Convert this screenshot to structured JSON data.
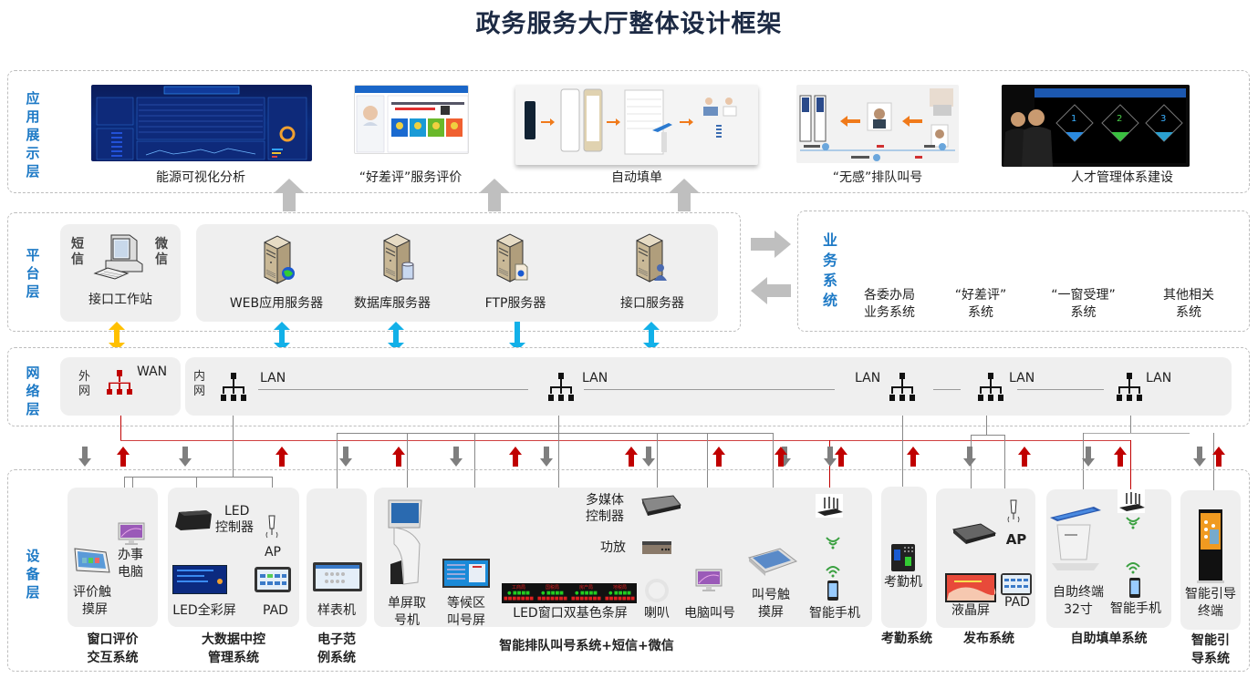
{
  "title": "政务服务大厅整体设计框架",
  "colors": {
    "layer_label": "#1e7ac6",
    "wan_red": "#c00000",
    "lan_black": "#111111",
    "arrow_gray": "#a6a6a6",
    "arrow_blue": "#12b0e8",
    "arrow_orange": "#ffc000",
    "panel_bg": "#efefef"
  },
  "layers": {
    "app": {
      "label": "应用展示层",
      "items": [
        {
          "caption": "能源可视化分析",
          "image": "dashboard-screenshot"
        },
        {
          "caption": "“好差评”服务评价",
          "image": "service-rating-screenshot"
        },
        {
          "caption": "自动填单",
          "image": "auto-fill-flow-screenshot"
        },
        {
          "caption": "“无感”排队叫号",
          "image": "queue-calling-screenshot"
        },
        {
          "caption": "人才管理体系建设",
          "image": "talent-management-screenshot"
        }
      ]
    },
    "platform": {
      "label": "平台层",
      "workstation": {
        "left_text": "短信",
        "right_text": "微信",
        "caption": "接口工作站"
      },
      "servers": [
        {
          "caption": "WEB应用服务器",
          "badge": "globe"
        },
        {
          "caption": "数据库服务器",
          "badge": "database"
        },
        {
          "caption": "FTP服务器",
          "badge": "document"
        },
        {
          "caption": "接口服务器",
          "badge": "user"
        }
      ]
    },
    "business": {
      "label": "业务系统",
      "systems": [
        {
          "line1": "各委办局",
          "line2": "业务系统"
        },
        {
          "line1": "“好差评”",
          "line2": "系统"
        },
        {
          "line1": "“一窗受理”",
          "line2": "系统"
        },
        {
          "line1": "其他相关",
          "line2": "系统"
        }
      ]
    },
    "network": {
      "label": "网络层",
      "wan": {
        "side": "外网",
        "tag": "WAN"
      },
      "lan": {
        "side": "内网",
        "tags": [
          "LAN",
          "LAN",
          "LAN",
          "LAN",
          "LAN"
        ]
      }
    },
    "device": {
      "label": "设备层",
      "groups": [
        {
          "name": "窗口评价交互系统",
          "name_lines": [
            "窗口评价",
            "交互系统"
          ],
          "devices": [
            "评价触摸屏",
            "办事电脑"
          ]
        },
        {
          "name": "大数据中控管理系统",
          "name_lines": [
            "大数据中控",
            "管理系统"
          ],
          "devices": [
            "LED控制器",
            "AP",
            "LED全彩屏",
            "PAD"
          ]
        },
        {
          "name": "电子范例系统",
          "name_lines": [
            "电子范",
            "例系统"
          ],
          "devices": [
            "样表机"
          ]
        },
        {
          "name": "智能排队叫号系统+短信+微信",
          "name_lines": [
            "智能排队叫号系统+短信+微信"
          ],
          "devices": [
            "单屏取号机",
            "等候区叫号屏",
            "LED窗口双基色条屏",
            "多媒体控制器",
            "功放",
            "喇叭",
            "电脑叫号",
            "叫号触摸屏",
            "智能手机"
          ]
        },
        {
          "name": "考勤系统",
          "name_lines": [
            "考勤系统"
          ],
          "devices": [
            "考勤机"
          ]
        },
        {
          "name": "发布系统",
          "name_lines": [
            "发布系统"
          ],
          "devices": [
            "AP",
            "液晶屏",
            "PAD"
          ]
        },
        {
          "name": "自助填单系统",
          "name_lines": [
            "自助填单系统"
          ],
          "devices": [
            "自助终端32寸",
            "智能手机"
          ]
        },
        {
          "name": "智能引导系统",
          "name_lines": [
            "智能引",
            "导系统"
          ],
          "devices": [
            "智能引导终端"
          ]
        }
      ],
      "labels": {
        "pingjia1": "评价触",
        "pingjia2": "摸屏",
        "banshi1": "办事",
        "banshi2": "电脑",
        "ledctl1": "LED",
        "ledctl2": "控制器",
        "ap": "AP",
        "ledfull": "LED全彩屏",
        "pad": "PAD",
        "yangbiao": "样表机",
        "quhao1": "单屏取",
        "quhao2": "号机",
        "denghou1": "等候区",
        "denghou2": "叫号屏",
        "ledbar": "LED窗口双基色条屏",
        "mm1": "多媒体",
        "mm2": "控制器",
        "gongfang": "功放",
        "laba": "喇叭",
        "pccall": "电脑叫号",
        "touch1": "叫号触",
        "touch2": "摸屏",
        "phone": "智能手机",
        "kaoqin": "考勤机",
        "yejing": "液晶屏",
        "selfterm1": "自助终端",
        "selfterm2": "32寸",
        "guide1": "智能引导",
        "guide2": "终端"
      },
      "led_bar_cells": [
        "工商局",
        "国税局",
        "房产局",
        "地税局"
      ]
    }
  }
}
